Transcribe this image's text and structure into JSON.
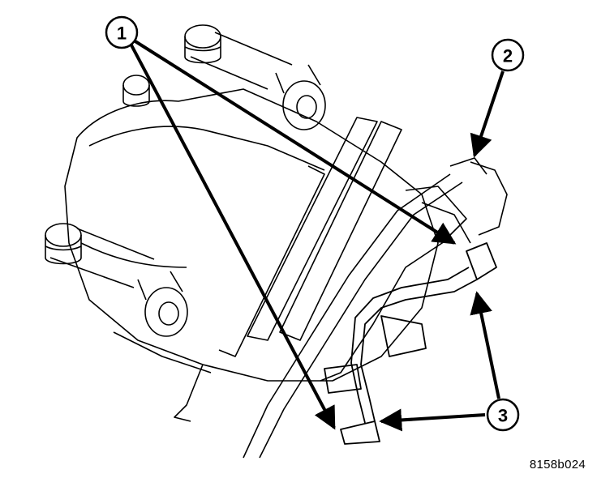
{
  "figure": {
    "id": "8158b024",
    "callouts": [
      {
        "number": "1"
      },
      {
        "number": "2"
      },
      {
        "number": "3"
      }
    ]
  },
  "colors": {
    "line": "#000000",
    "background": "#ffffff"
  }
}
